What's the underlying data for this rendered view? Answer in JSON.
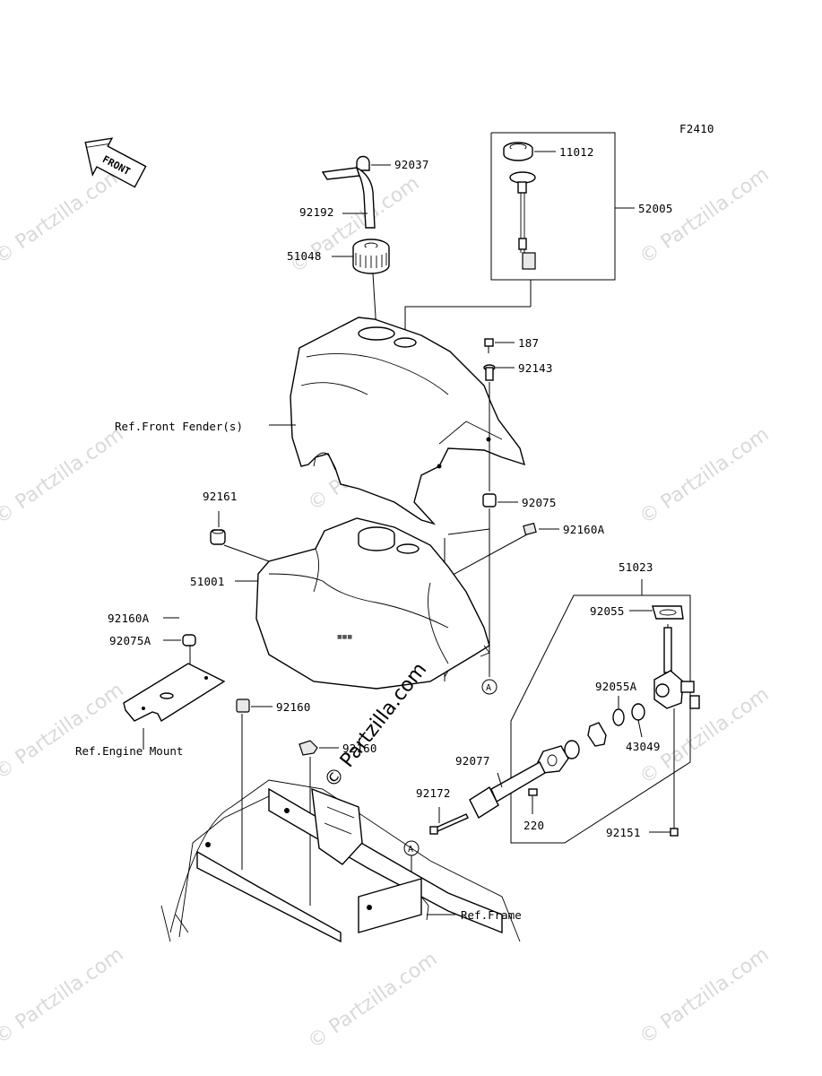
{
  "figure_code": "F2410",
  "front_arrow": {
    "label": "FRONT",
    "icon": "front-direction-arrow-icon"
  },
  "part_labels": {
    "p92037": "92037",
    "p92192": "92192",
    "p51048": "51048",
    "p11012": "11012",
    "p52005": "52005",
    "p187": "187",
    "p92143": "92143",
    "p92075": "92075",
    "p92160A_right": "92160A",
    "p92161": "92161",
    "p51001": "51001",
    "p92160A_left": "92160A",
    "p92075A": "92075A",
    "p92160": "92160",
    "p92160_b": "92160",
    "p51023": "51023",
    "p92055": "92055",
    "p92055A": "92055A",
    "p43049": "43049",
    "p92077": "92077",
    "p92172": "92172",
    "p220": "220",
    "p92151": "92151"
  },
  "ref_labels": {
    "front_fender": "Ref.Front Fender(s)",
    "engine_mount": "Ref.Engine Mount",
    "frame": "Ref.Frame"
  },
  "callouts": {
    "a_top": "A",
    "a_bottom": "A"
  },
  "watermark": {
    "text": "© Partzilla.com",
    "center_text": "© Partzilla.com"
  }
}
